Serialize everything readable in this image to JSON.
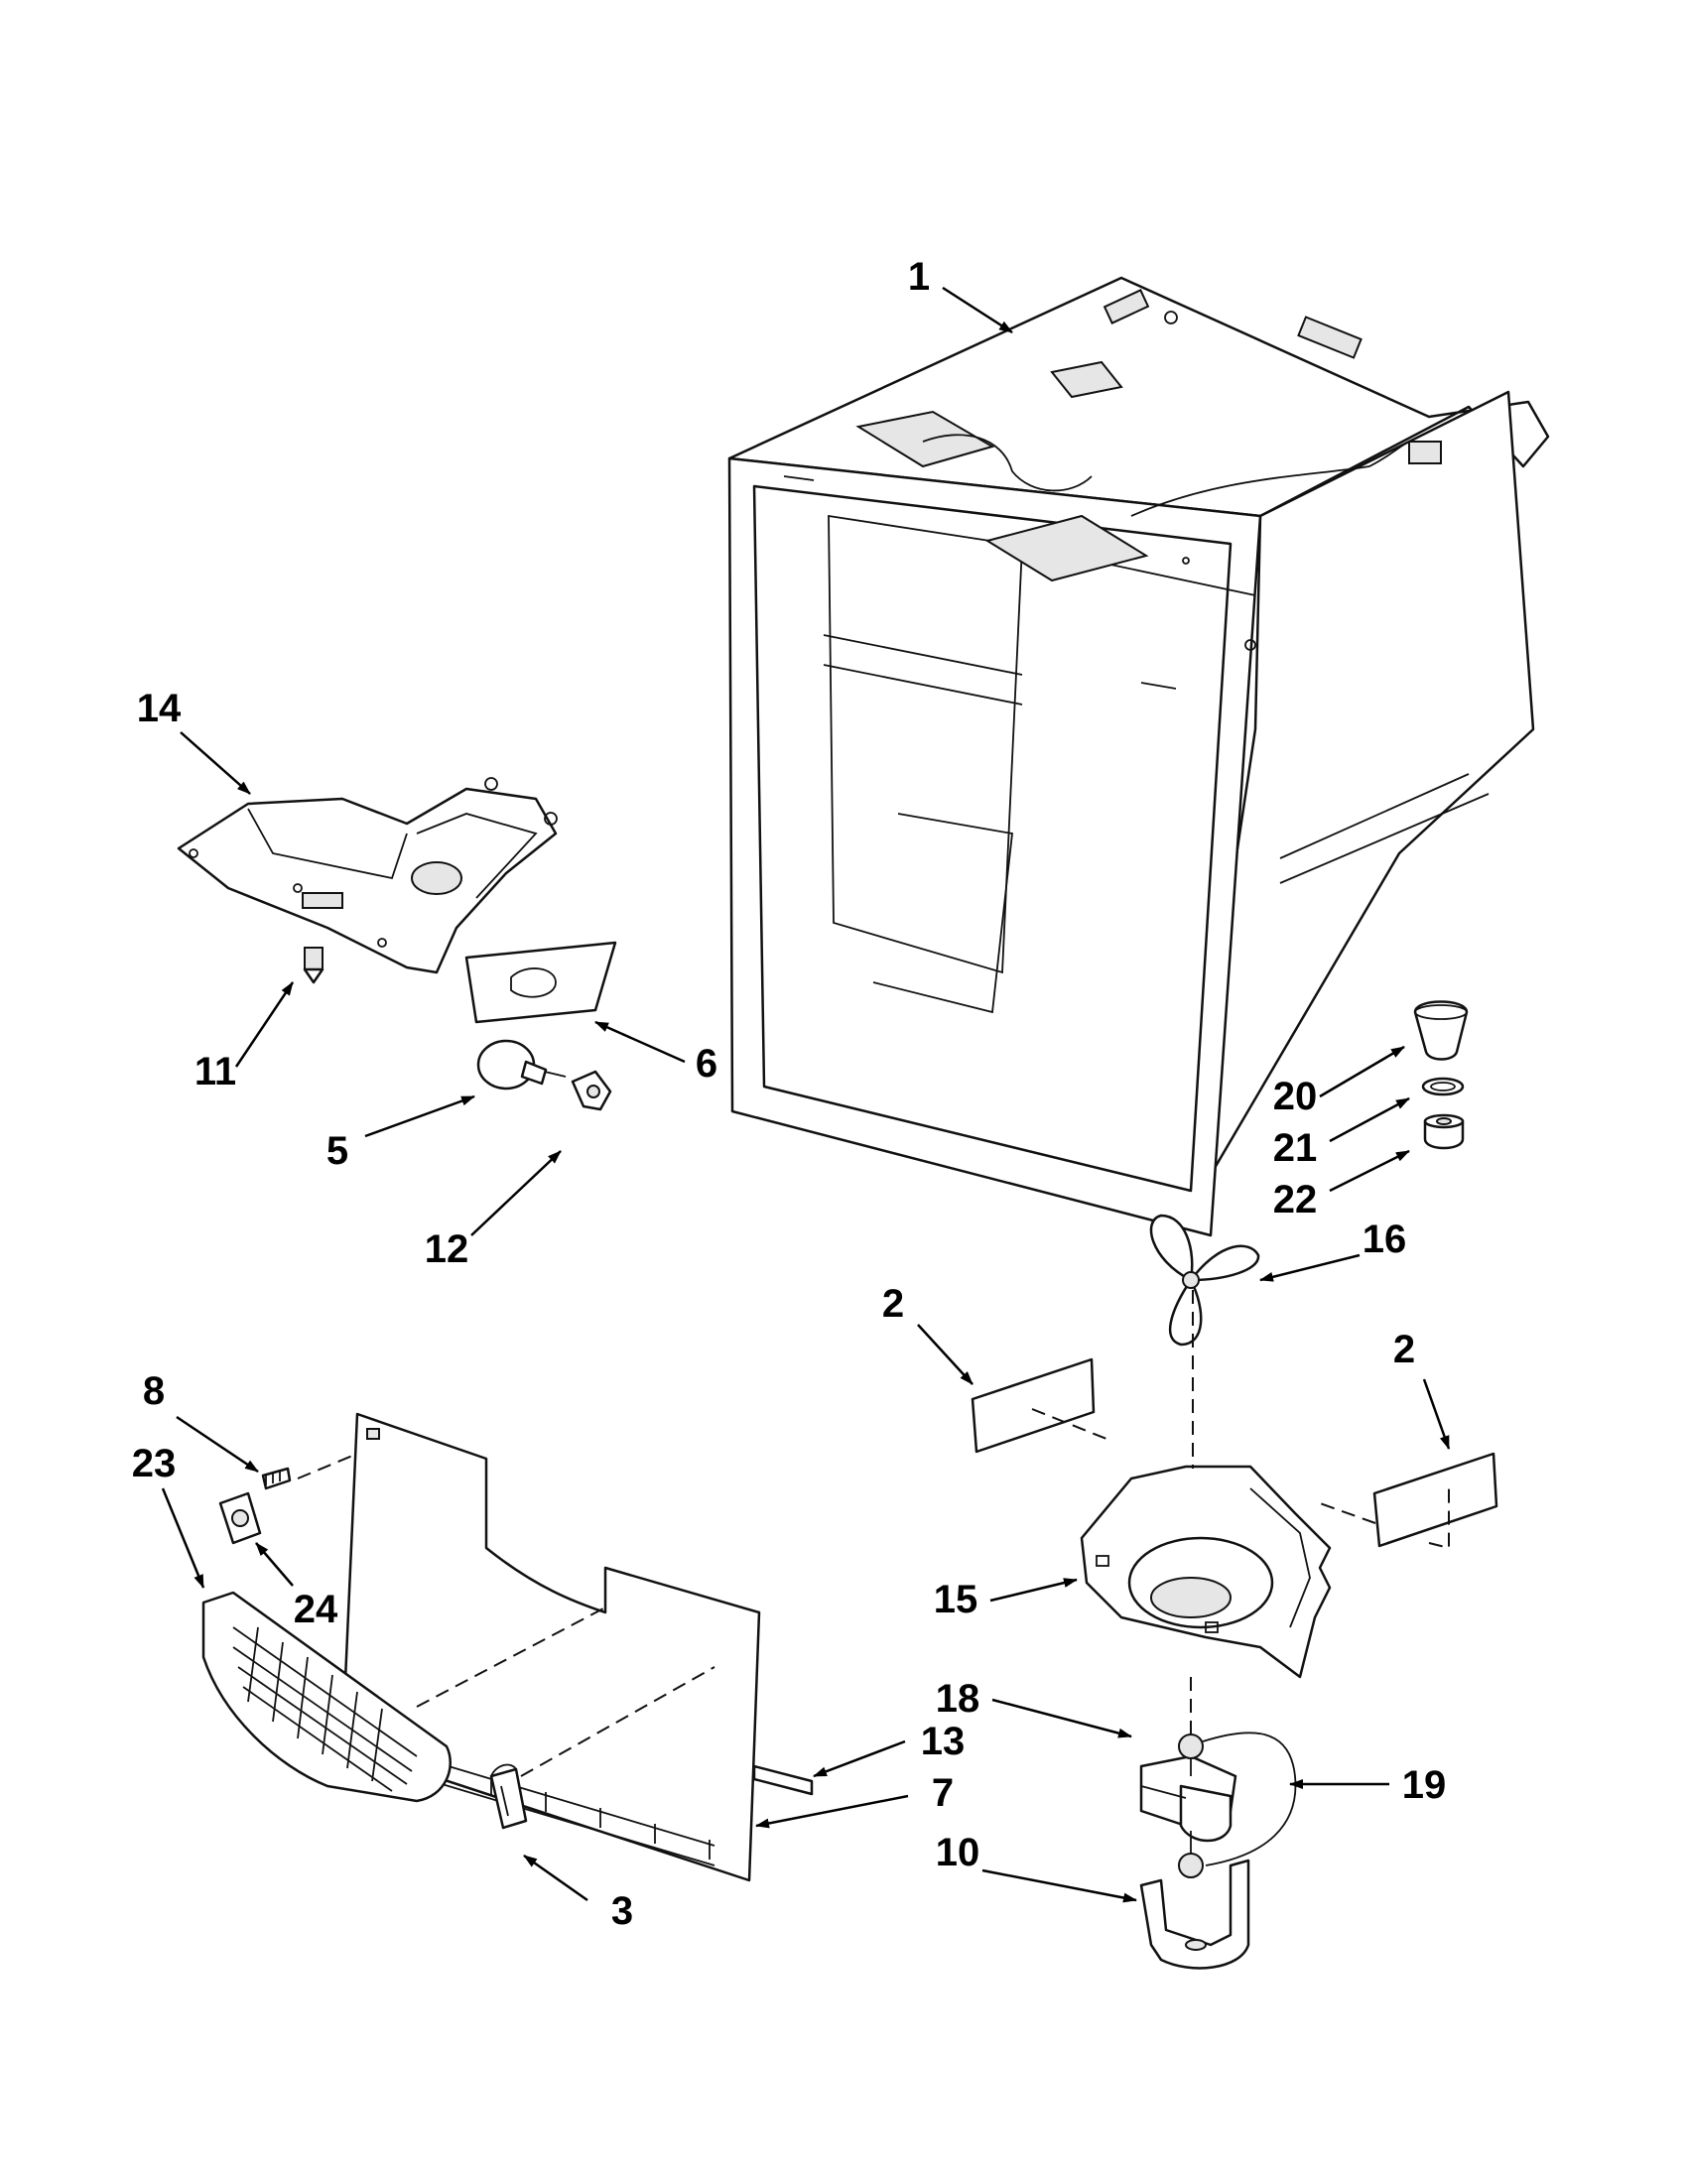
{
  "callouts": [
    {
      "id": "1",
      "label": "1"
    },
    {
      "id": "2a",
      "label": "2"
    },
    {
      "id": "2b",
      "label": "2"
    },
    {
      "id": "3",
      "label": "3"
    },
    {
      "id": "5",
      "label": "5"
    },
    {
      "id": "6",
      "label": "6"
    },
    {
      "id": "7",
      "label": "7"
    },
    {
      "id": "8",
      "label": "8"
    },
    {
      "id": "10",
      "label": "10"
    },
    {
      "id": "11",
      "label": "11"
    },
    {
      "id": "12",
      "label": "12"
    },
    {
      "id": "13",
      "label": "13"
    },
    {
      "id": "14",
      "label": "14"
    },
    {
      "id": "15",
      "label": "15"
    },
    {
      "id": "16",
      "label": "16"
    },
    {
      "id": "18",
      "label": "18"
    },
    {
      "id": "19",
      "label": "19"
    },
    {
      "id": "20",
      "label": "20"
    },
    {
      "id": "21",
      "label": "21"
    },
    {
      "id": "22",
      "label": "22"
    },
    {
      "id": "23",
      "label": "23"
    },
    {
      "id": "24",
      "label": "24"
    }
  ]
}
